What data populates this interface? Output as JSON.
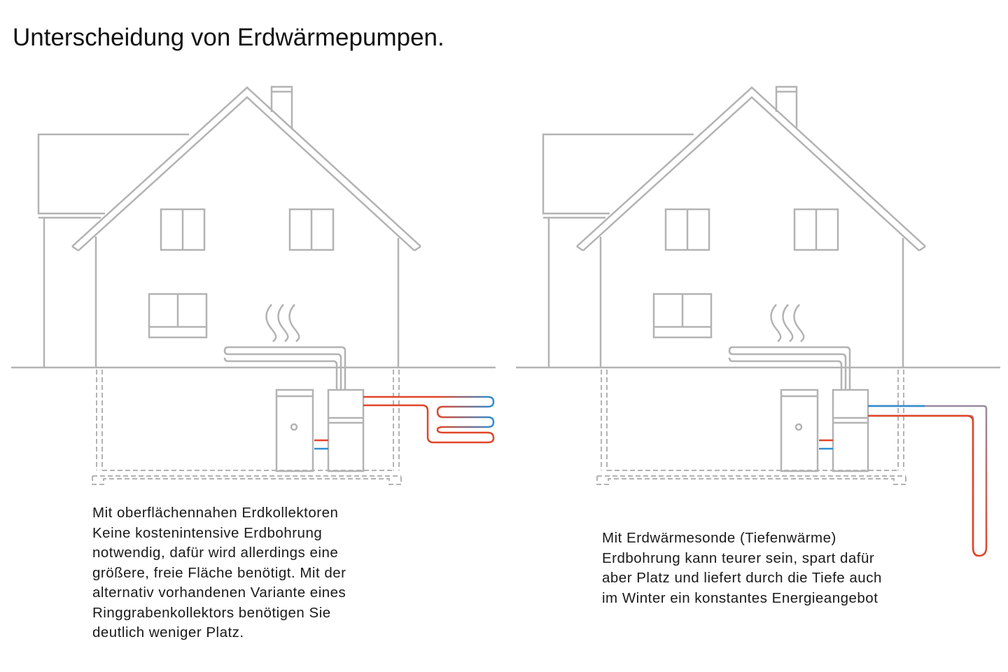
{
  "title": "Unterscheidung von Erdwärmepumpen.",
  "colors": {
    "outline": "#b3b3b3",
    "hot_pipe": "#e0462a",
    "cold_pipe": "#2f8fd0",
    "mixed_pipe": "#9a8aa0",
    "text": "#1a1a1a"
  },
  "panels": [
    {
      "id": "collector",
      "caption": [
        "Mit oberflächennahen Erdkollektoren",
        "Keine kostenintensive Erdbohrung",
        "notwendig, dafür wird allerdings eine",
        "größere, freie Fläche benötigt. Mit der",
        "alternativ vorhandenen Variante eines",
        "Ringgrabenkollektors benötigen Sie",
        "deutlich weniger Platz."
      ]
    },
    {
      "id": "probe",
      "caption": [
        "Mit Erdwärmesonde (Tiefenwärme)",
        "Erdbohrung kann teurer sein, spart dafür",
        "aber Platz und liefert durch die Tiefe auch",
        "im Winter ein konstantes Energieangebot"
      ]
    }
  ]
}
